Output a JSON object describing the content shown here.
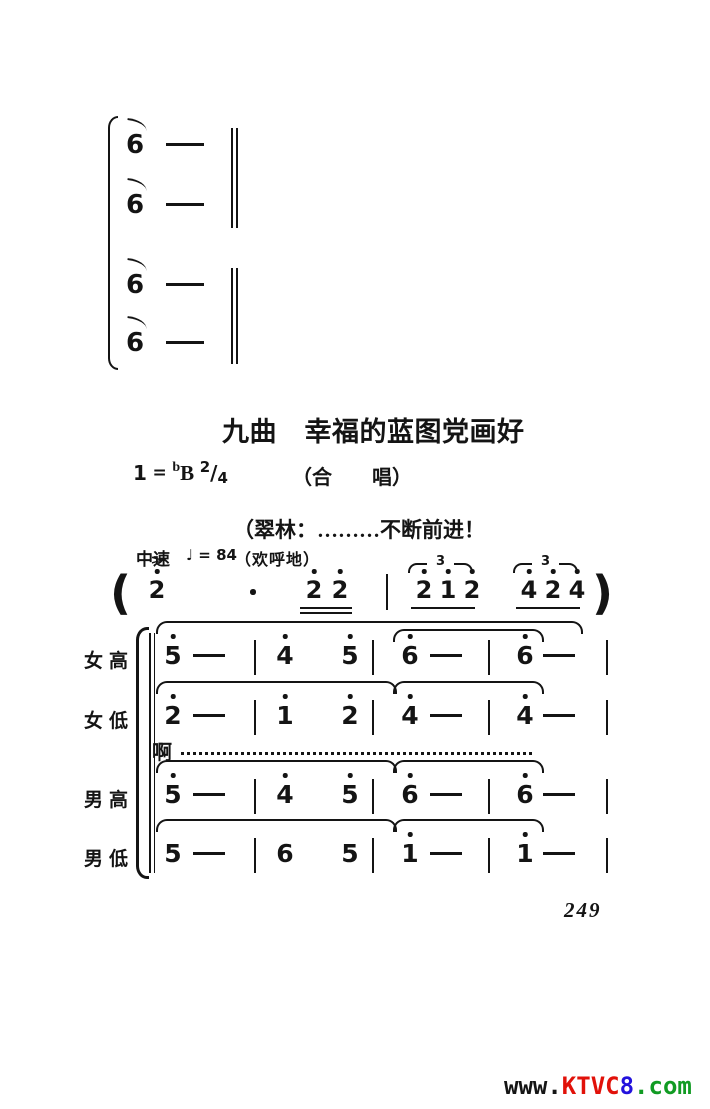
{
  "title": "九曲　幸福的蓝图党画好",
  "key_line": {
    "one": "1",
    "eq": "=",
    "flat": "b",
    "letter": "B",
    "meter_num": "2",
    "meter_slash": "/",
    "meter_den": "4",
    "ensemble": "（合　　唱）"
  },
  "cue_line": "（翠林：………不断前进！",
  "tempo": {
    "speed": "中速",
    "metronome": "♩ = 84",
    "mood": "（欢呼地）"
  },
  "top_system": {
    "lines": [
      {
        "note": "6",
        "dash": "—"
      },
      {
        "note": "6",
        "dash": "—"
      },
      {
        "note": "6",
        "dash": "—"
      },
      {
        "note": "6",
        "dash": "—"
      }
    ]
  },
  "intro": {
    "open_paren": "(",
    "close_paren": ")",
    "tuplet_label": "3",
    "items": [
      {
        "t": "note",
        "v": "2",
        "dot": true,
        "accent": true
      },
      {
        "t": "augdot"
      },
      {
        "t": "pair16",
        "notes": [
          "2",
          "2"
        ],
        "dots": [
          true,
          true
        ]
      },
      {
        "t": "bar"
      },
      {
        "t": "triplet",
        "notes": [
          "2",
          "1",
          "2"
        ],
        "dots": [
          true,
          true,
          true
        ]
      },
      {
        "t": "triplet",
        "notes": [
          "4",
          "2",
          "4"
        ],
        "dots": [
          true,
          true,
          true
        ]
      }
    ]
  },
  "choir": {
    "lyric_word": "啊",
    "parts": [
      {
        "label": "女高",
        "tokens": [
          {
            "t": "note",
            "v": "5",
            "dot": true
          },
          {
            "t": "dash"
          },
          {
            "t": "bar"
          },
          {
            "t": "note",
            "v": "4",
            "dot": true
          },
          {
            "t": "note",
            "v": "5",
            "dot": true
          },
          {
            "t": "bar"
          },
          {
            "t": "note",
            "v": "6",
            "dot": true
          },
          {
            "t": "dash"
          },
          {
            "t": "bar"
          },
          {
            "t": "note",
            "v": "6",
            "dot": true
          },
          {
            "t": "dash"
          },
          {
            "t": "bar"
          }
        ],
        "slurs": [
          [
            0,
            10,
            0
          ],
          [
            6,
            9,
            1
          ]
        ]
      },
      {
        "label": "女低",
        "tokens": [
          {
            "t": "note",
            "v": "2",
            "dot": true
          },
          {
            "t": "dash"
          },
          {
            "t": "bar"
          },
          {
            "t": "note",
            "v": "1",
            "dot": true
          },
          {
            "t": "note",
            "v": "2",
            "dot": true
          },
          {
            "t": "bar"
          },
          {
            "t": "note",
            "v": "4",
            "dot": true
          },
          {
            "t": "dash"
          },
          {
            "t": "bar"
          },
          {
            "t": "note",
            "v": "4",
            "dot": true
          },
          {
            "t": "dash"
          },
          {
            "t": "bar"
          }
        ],
        "slurs": [
          [
            0,
            6,
            0
          ],
          [
            6,
            9,
            0
          ]
        ]
      },
      {
        "label": "男高",
        "tokens": [
          {
            "t": "note",
            "v": "5",
            "dot": true
          },
          {
            "t": "dash"
          },
          {
            "t": "bar"
          },
          {
            "t": "note",
            "v": "4",
            "dot": true
          },
          {
            "t": "note",
            "v": "5",
            "dot": true
          },
          {
            "t": "bar"
          },
          {
            "t": "note",
            "v": "6",
            "dot": true
          },
          {
            "t": "dash"
          },
          {
            "t": "bar"
          },
          {
            "t": "note",
            "v": "6",
            "dot": true
          },
          {
            "t": "dash"
          },
          {
            "t": "bar"
          }
        ],
        "slurs": [
          [
            0,
            6,
            0
          ],
          [
            6,
            9,
            0
          ]
        ]
      },
      {
        "label": "男低",
        "tokens": [
          {
            "t": "note",
            "v": "5",
            "dot": false
          },
          {
            "t": "dash"
          },
          {
            "t": "bar"
          },
          {
            "t": "note",
            "v": "6",
            "dot": false
          },
          {
            "t": "note",
            "v": "5",
            "dot": false
          },
          {
            "t": "bar"
          },
          {
            "t": "note",
            "v": "1",
            "dot": true
          },
          {
            "t": "dash"
          },
          {
            "t": "bar"
          },
          {
            "t": "note",
            "v": "1",
            "dot": true
          },
          {
            "t": "dash"
          },
          {
            "t": "bar"
          }
        ],
        "slurs": [
          [
            0,
            6,
            0
          ],
          [
            6,
            9,
            0
          ]
        ]
      }
    ]
  },
  "page_number": "249",
  "watermark": {
    "segments": [
      {
        "text": "www.",
        "color": "#151515"
      },
      {
        "text": "KTVC",
        "color": "#e11109"
      },
      {
        "text": "8",
        "color": "#2312dd"
      },
      {
        "text": ".com",
        "color": "#119b23"
      }
    ]
  }
}
